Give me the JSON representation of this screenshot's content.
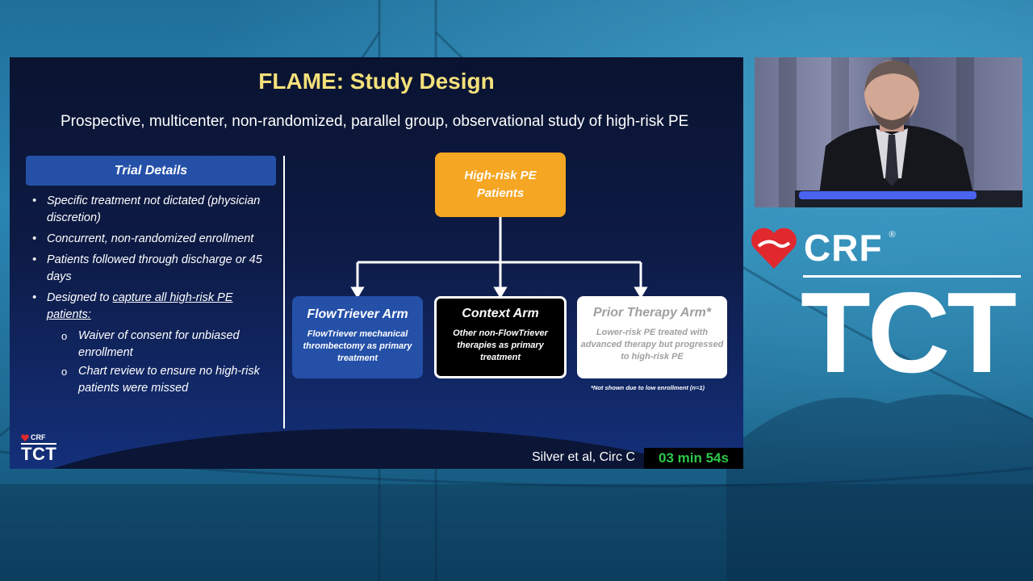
{
  "slide": {
    "title": "FLAME: Study Design",
    "subtitle": "Prospective, multicenter, non-randomized, parallel group, observational study of high-risk PE",
    "trial_details": {
      "header": "Trial Details",
      "bullets": [
        "Specific treatment not dictated (physician discretion)",
        "Concurrent, non-randomized enrollment",
        "Patients followed through discharge or 45 days"
      ],
      "bullet4_prefix": "Designed to ",
      "bullet4_underlined": "capture all high-risk PE patients:",
      "sub_bullets": [
        "Waiver of consent for unbiased enrollment",
        "Chart review to ensure no high-risk patients were missed"
      ]
    },
    "flowchart": {
      "top_box": {
        "line1": "High-risk PE",
        "line2": "Patients",
        "color": "#f5a623"
      },
      "arms": [
        {
          "title": "FlowTriever Arm",
          "desc": "FlowTriever mechanical thrombectomy as primary treatment",
          "color": "#2450a8"
        },
        {
          "title": "Context Arm",
          "desc": "Other non-FlowTriever therapies as primary treatment",
          "color": "#000000"
        },
        {
          "title": "Prior Therapy Arm*",
          "desc": "Lower-risk PE treated with advanced therapy but progressed to high-risk PE",
          "color": "#ffffff"
        }
      ],
      "footnote": "*Not shown due to low enrollment (n=1)"
    },
    "logo": {
      "crf": "CRF",
      "tct": "TCT"
    },
    "citation": "Silver et al, Circ C",
    "timer": "03 min 54s"
  },
  "brand": {
    "crf": "CRF",
    "registered": "®",
    "tct": "TCT",
    "accent_color": "#e0282e"
  },
  "video": {
    "label": "speaker-video-feed"
  }
}
